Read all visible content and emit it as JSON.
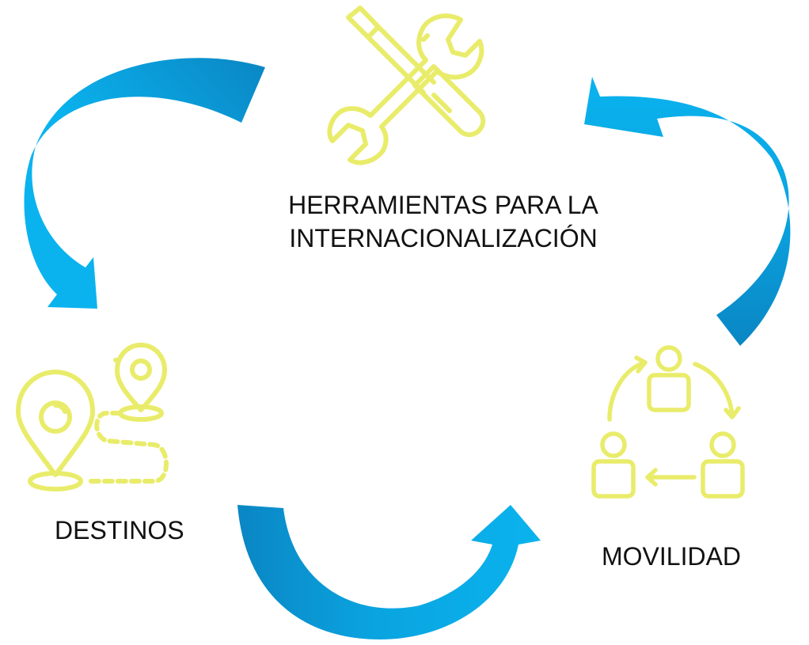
{
  "center_title": {
    "line1": "HERRAMIENTAS PARA LA",
    "line2": "INTERNACIONALIZACIÓN"
  },
  "nodes": {
    "destinos": {
      "label": "DESTINOS",
      "icon": "map-pins-route-icon"
    },
    "movilidad": {
      "label": "MOVILIDAD",
      "icon": "people-exchange-cycle-icon"
    },
    "herramientas": {
      "icon": "wrench-screwdriver-icon"
    }
  },
  "colors": {
    "icon_yellow": "#e9ec6a",
    "arrow_light": "#0ab3ee",
    "arrow_dark": "#0a86c4",
    "text": "#111111"
  }
}
